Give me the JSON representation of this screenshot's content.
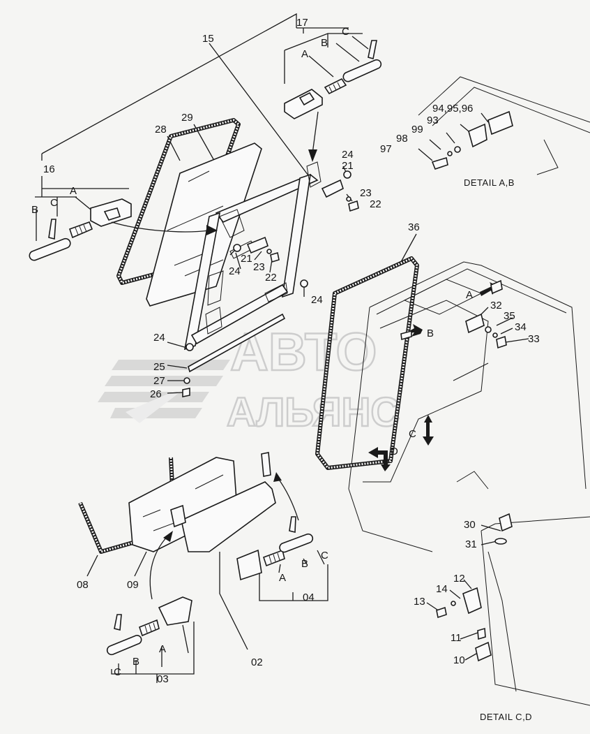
{
  "diagram": {
    "callouts": {
      "p17": "17",
      "p15": "15",
      "p16": "16",
      "p28": "28",
      "p29": "29",
      "p36": "36",
      "p08": "08",
      "p09": "09",
      "p02": "02",
      "p03": "03",
      "p04": "04",
      "p21a": "21",
      "p24a": "24",
      "p23a": "23",
      "p22a": "22",
      "p21b": "21",
      "p24b": "24",
      "p23b": "23",
      "p22b": "22",
      "p24c": "24",
      "p24d": "24",
      "p25": "25",
      "p27": "27",
      "p26": "26",
      "p32": "32",
      "p35": "35",
      "p34": "34",
      "p33": "33",
      "p949596": "94,95,96",
      "p93": "93",
      "p99": "99",
      "p98": "98",
      "p97": "97",
      "p30": "30",
      "p31": "31",
      "p12": "12",
      "p14": "14",
      "p13": "13",
      "p11": "11",
      "p10": "10"
    },
    "subletters": {
      "a17": "A",
      "b17": "B",
      "c17": "C",
      "a16": "A",
      "b16": "B",
      "c16": "C",
      "a04": "A",
      "b04": "B",
      "c04": "C",
      "a03": "A",
      "b03": "B",
      "c03": "C",
      "arrowA": "A",
      "arrowB": "B",
      "arrowC": "C",
      "arrowD": "D"
    },
    "detail_captions": {
      "ab": "DETAIL A,B",
      "cd": "DETAIL C,D"
    },
    "watermark": {
      "line1": "АВТО",
      "line2": "АЛЬЯНС"
    }
  }
}
